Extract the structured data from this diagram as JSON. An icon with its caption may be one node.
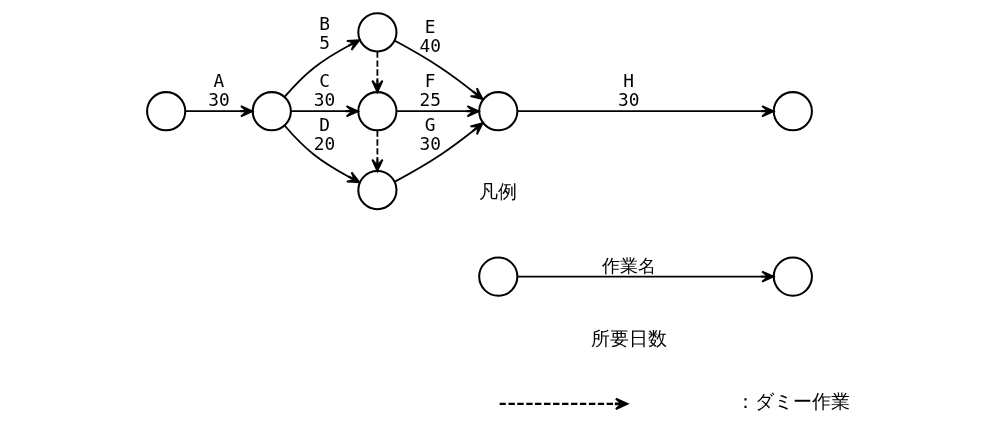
{
  "diagram": {
    "nodes": [
      {
        "text": [],
        "shape": "circle"
      },
      {
        "text": [],
        "shape": "circle"
      },
      {
        "text": [],
        "shape": "circle"
      },
      {
        "text": [],
        "shape": "circle"
      },
      {
        "text": [],
        "shape": "circle"
      },
      {
        "text": [],
        "shape": "circle"
      },
      {
        "text": [],
        "shape": "circle"
      },
      {
        "text": [],
        "shape": "circle"
      },
      {
        "text": [],
        "shape": "circle"
      }
    ],
    "edges": [
      {
        "from": 0,
        "to": 1,
        "arrow": "to",
        "label": "A 30"
      },
      {
        "from": 1,
        "to": 2,
        "arrow": "to",
        "label": "B 5"
      },
      {
        "from": 1,
        "to": 3,
        "arrow": "to",
        "label": "C 30"
      },
      {
        "from": 1,
        "to": 4,
        "arrow": "to",
        "label": "D 20"
      },
      {
        "from": 2,
        "to": 3,
        "arrow": "to",
        "style": "dashed"
      },
      {
        "from": 3,
        "to": 4,
        "arrow": "to",
        "style": "dashed"
      },
      {
        "from": 2,
        "to": 5,
        "arrow": "to",
        "label": "E 40"
      },
      {
        "from": 3,
        "to": 5,
        "arrow": "to",
        "label": "F 25"
      },
      {
        "from": 4,
        "to": 5,
        "arrow": "to",
        "label": "G 30"
      },
      {
        "from": 5,
        "to": 6,
        "arrow": "to",
        "label": "H 30"
      },
      {
        "from": 7,
        "to": 8,
        "arrow": "to",
        "label": "作業名"
      }
    ],
    "labels": [
      "凡例",
      "所要日数"
    ],
    "legend": [
      {
        "text": "：ダミー作業"
      }
    ]
  }
}
